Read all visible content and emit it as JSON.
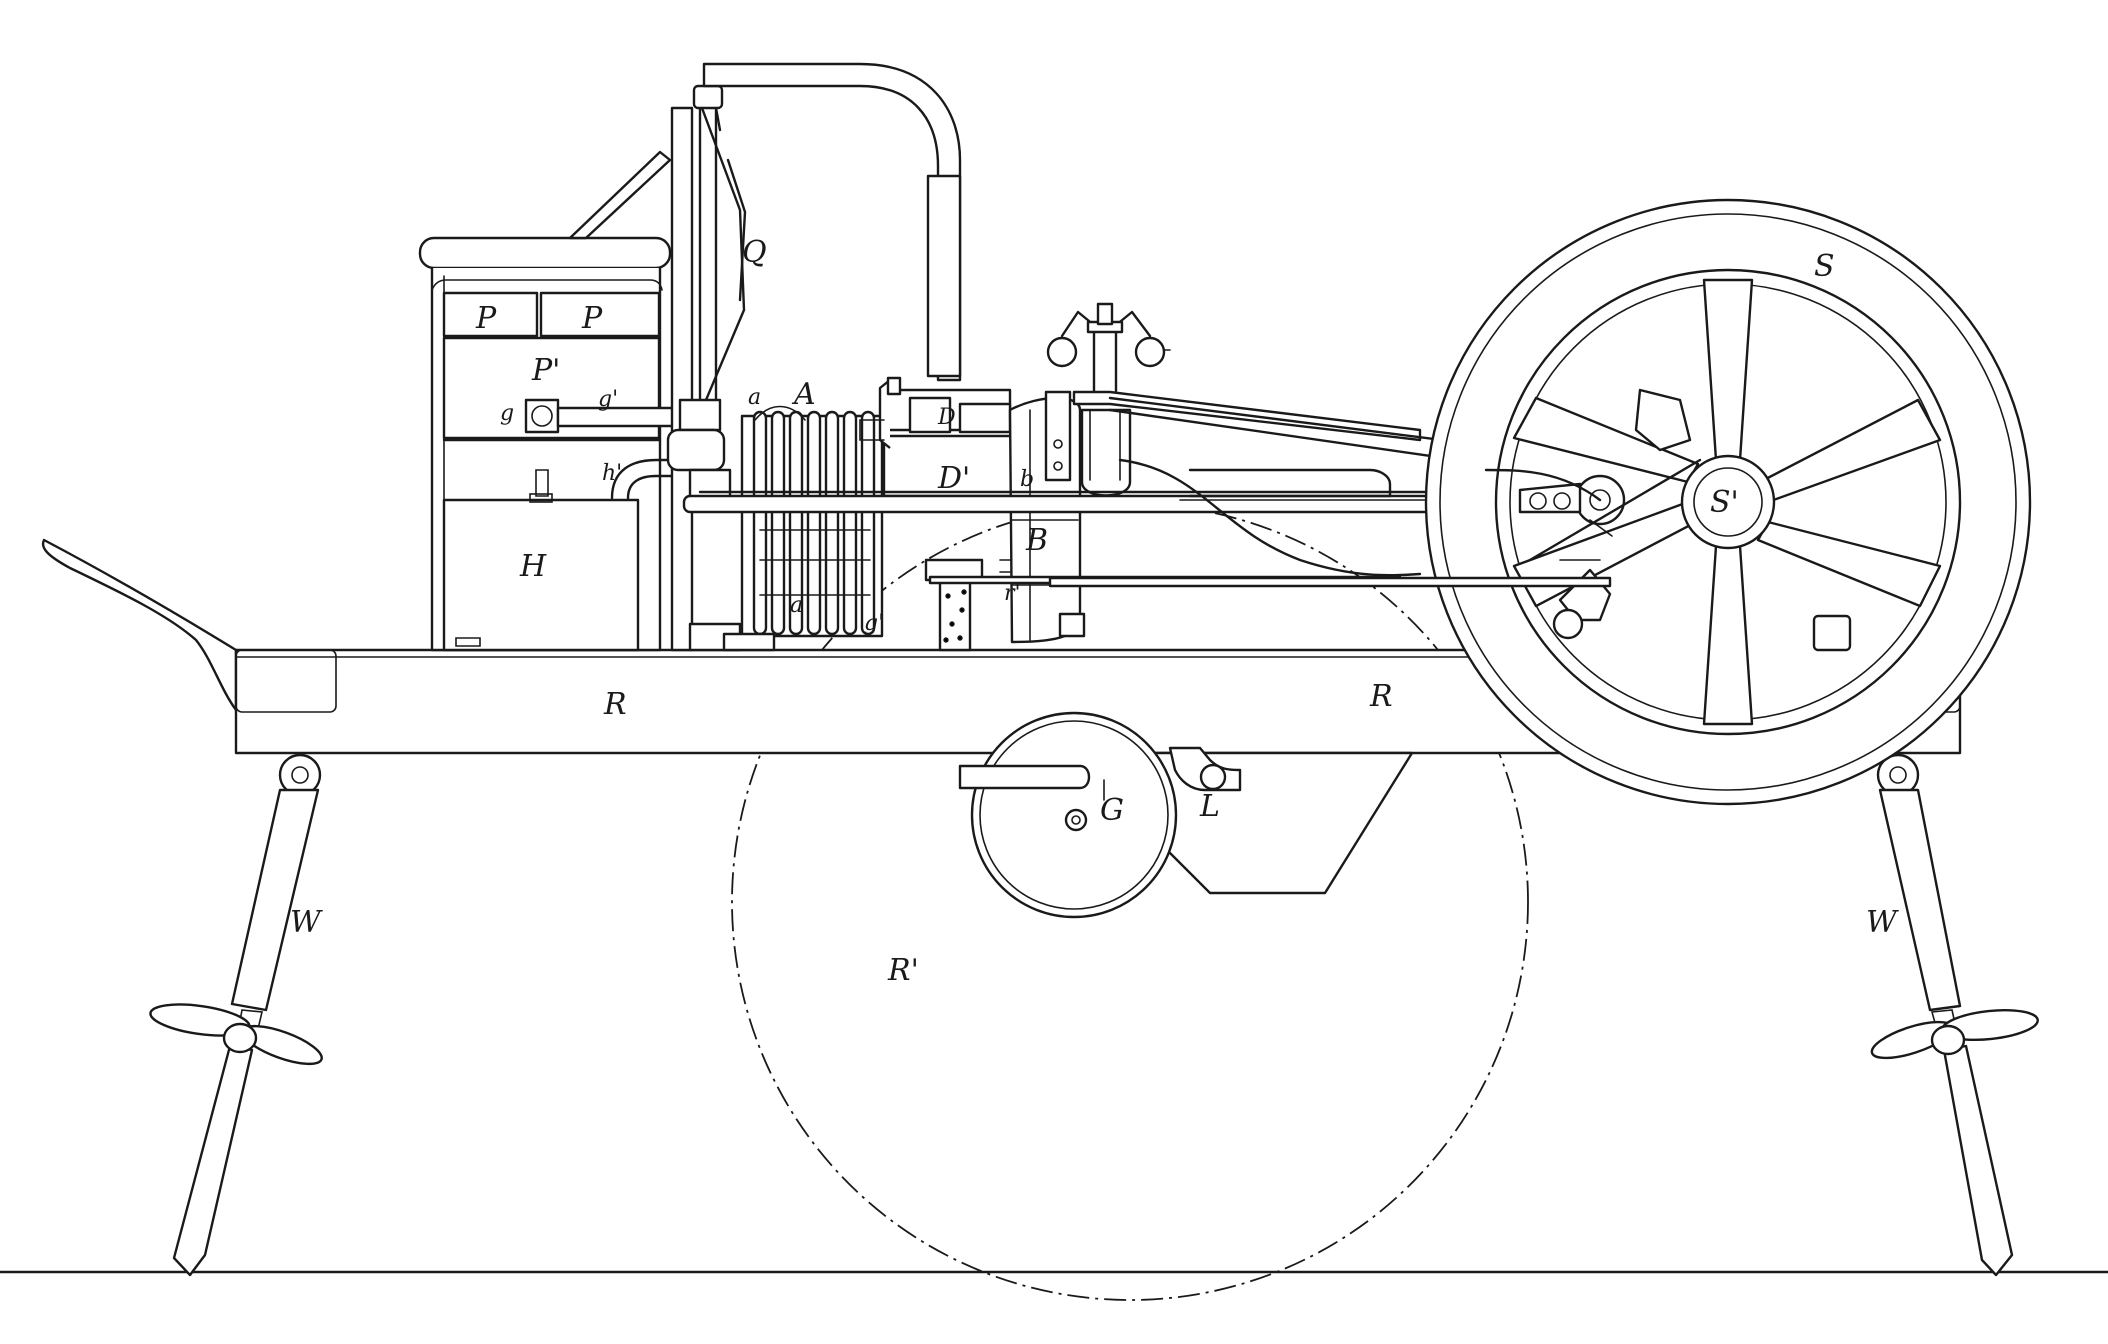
{
  "figure": {
    "labels": {
      "S": "S",
      "Q": "Q",
      "P_left": "P",
      "P_right": "P",
      "P_prime": "P'",
      "g": "g",
      "g_prime_top": "g'",
      "h_prime": "h'",
      "H": "H",
      "a_top": "a",
      "A": "A",
      "a_bottom": "a",
      "g_prime_bottom": "g'",
      "D": "D",
      "D_prime": "D'",
      "b": "b",
      "B": "B",
      "r_prime": "r'",
      "R_left": "R",
      "R_right": "R",
      "G": "G",
      "L": "L",
      "R_prime": "R'",
      "W_left": "W",
      "W_right": "W",
      "S_prime": "S'"
    }
  }
}
